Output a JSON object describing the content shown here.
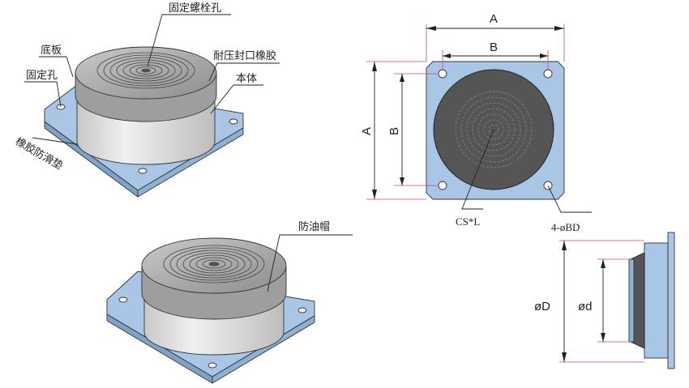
{
  "callouts": {
    "bolt_hole": "固定螺栓孔",
    "base_plate": "底板",
    "seal_rubber": "耐压封口橡胶",
    "fixing_hole": "固定孔",
    "body": "本体",
    "antislip_pad": "橡胶防滑垫",
    "oil_cap": "防油帽"
  },
  "dimensions": {
    "A_top": "A",
    "B_top": "B",
    "A_left": "A",
    "B_left": "B",
    "cs_l": "CS*L",
    "holes": "4-øBD",
    "D": "øD",
    "d": "ød"
  },
  "colors": {
    "plate": "#a9c6e6",
    "body": "#dcdcdc",
    "top_rubber": "#a9a9a9",
    "dark_rubber": "#555555"
  }
}
